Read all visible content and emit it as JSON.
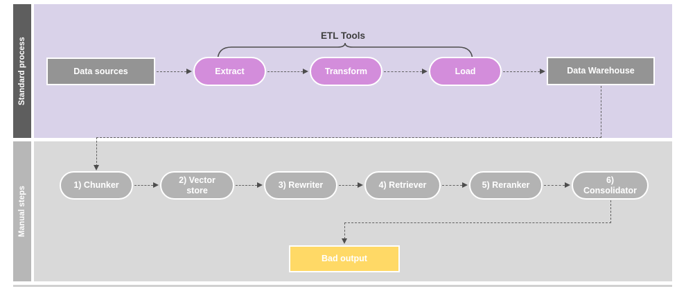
{
  "diagram": {
    "title_hidden": "",
    "lanes": [
      {
        "id": "standard",
        "label": "Standard process",
        "band_color": "#d9d2e9",
        "label_color": "#5e5e5e"
      },
      {
        "id": "manual",
        "label": "Manual steps",
        "band_color": "#d9d9d9",
        "label_color": "#b7b7b7"
      }
    ],
    "annotations": [
      {
        "id": "etl-brace",
        "label": "ETL Tools",
        "covers": [
          "Extract",
          "Transform",
          "Load"
        ]
      }
    ],
    "nodes": {
      "data_sources": {
        "label": "Data sources",
        "shape": "rect",
        "color": "#949494"
      },
      "extract": {
        "label": "Extract",
        "shape": "pill",
        "color": "#d38ddb"
      },
      "transform": {
        "label": "Transform",
        "shape": "pill",
        "color": "#d38ddb"
      },
      "load": {
        "label": "Load",
        "shape": "pill",
        "color": "#d38ddb"
      },
      "data_warehouse": {
        "label": "Data Warehouse",
        "shape": "rect",
        "color": "#949494"
      },
      "chunker": {
        "label": "1) Chunker",
        "shape": "pill",
        "color": "#b3b3b3"
      },
      "vector_store": {
        "label": "2) Vector store",
        "shape": "pill",
        "color": "#b3b3b3"
      },
      "rewriter": {
        "label": "3) Rewriter",
        "shape": "pill",
        "color": "#b3b3b3"
      },
      "retriever": {
        "label": "4) Retriever",
        "shape": "pill",
        "color": "#b3b3b3"
      },
      "reranker": {
        "label": "5) Reranker",
        "shape": "pill",
        "color": "#b3b3b3"
      },
      "consolidator": {
        "label": "6) Consolidator",
        "shape": "pill",
        "color": "#b3b3b3"
      },
      "bad_output": {
        "label": "Bad output",
        "shape": "rect",
        "color": "#ffd966"
      }
    },
    "edges": [
      {
        "from": "data_sources",
        "to": "extract",
        "style": "dashed"
      },
      {
        "from": "extract",
        "to": "transform",
        "style": "dashed"
      },
      {
        "from": "transform",
        "to": "load",
        "style": "dashed"
      },
      {
        "from": "load",
        "to": "data_warehouse",
        "style": "dashed"
      },
      {
        "from": "data_warehouse",
        "to": "chunker",
        "style": "dashed"
      },
      {
        "from": "chunker",
        "to": "vector_store",
        "style": "dashed"
      },
      {
        "from": "vector_store",
        "to": "rewriter",
        "style": "dashed"
      },
      {
        "from": "rewriter",
        "to": "retriever",
        "style": "dashed"
      },
      {
        "from": "retriever",
        "to": "reranker",
        "style": "dashed"
      },
      {
        "from": "reranker",
        "to": "consolidator",
        "style": "dashed"
      },
      {
        "from": "consolidator",
        "to": "bad_output",
        "style": "dashed"
      }
    ]
  }
}
